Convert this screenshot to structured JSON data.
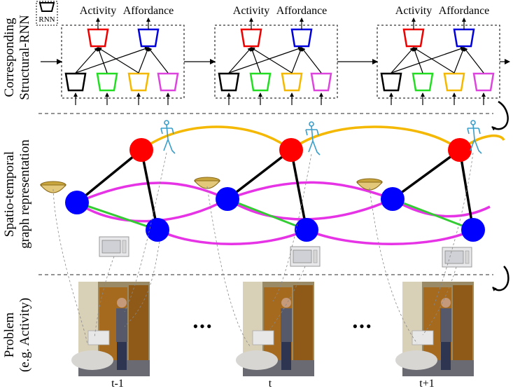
{
  "legend": {
    "rnn_label": "RNN"
  },
  "row_labels": {
    "top_line1": "Corresponding",
    "top_line2": "Structural-RNN",
    "middle_line1": "Spatio-temporal",
    "middle_line2": "graph representation",
    "bottom_line1": "Problem",
    "bottom_line2": "(e.g. Activity)"
  },
  "rnn_blocks": [
    {
      "activity_label": "Activity",
      "affordance_label": "Affordance"
    },
    {
      "activity_label": "Activity",
      "affordance_label": "Affordance"
    },
    {
      "activity_label": "Activity",
      "affordance_label": "Affordance"
    }
  ],
  "time_labels": [
    "t-1",
    "t",
    "t+1"
  ],
  "ellipsis": [
    "•••",
    "•••"
  ],
  "colors": {
    "human_node": "#ff0000",
    "object_node": "#0000ff",
    "temporal_human": "#f5b800",
    "temporal_object": "#e633e6",
    "spatial_object_object": "#33cc33",
    "edge_black": "#000000",
    "trap_black": "#000000",
    "trap_green": "#22dd22",
    "trap_yellow": "#f5b800",
    "trap_magenta": "#dd44dd",
    "trap_red": "#ee0000",
    "trap_blue": "#0000dd"
  }
}
